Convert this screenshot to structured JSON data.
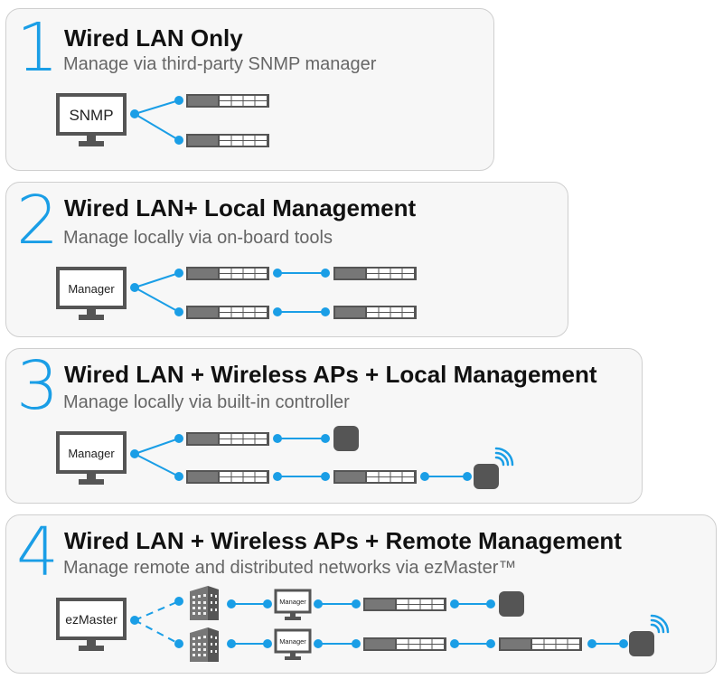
{
  "scenarios": [
    {
      "number": "1",
      "title": "Wired LAN Only",
      "subtitle": "Manage via third-party SNMP manager",
      "manager_label": "SNMP"
    },
    {
      "number": "2",
      "title": "Wired LAN+ Local Management",
      "subtitle": "Manage locally via on-board tools",
      "manager_label": "Manager"
    },
    {
      "number": "3",
      "title": "Wired LAN + Wireless APs + Local Management",
      "subtitle": "Manage locally via built-in controller",
      "manager_label": "Manager"
    },
    {
      "number": "4",
      "title": "Wired LAN + Wireless APs + Remote Management",
      "subtitle": "Manage remote and distributed networks via ezMaster™",
      "manager_label": "ezMaster",
      "site_manager_label": "Manager"
    }
  ],
  "icons": {
    "monitor": "monitor-icon",
    "switch": "switch-icon",
    "access_point": "access-point-icon",
    "wifi": "wifi-icon",
    "building": "building-icon"
  },
  "colors": {
    "accent": "#1a9ee6",
    "card_bg": "#f7f7f7",
    "card_border": "#cfcfcf",
    "device": "#555555"
  }
}
